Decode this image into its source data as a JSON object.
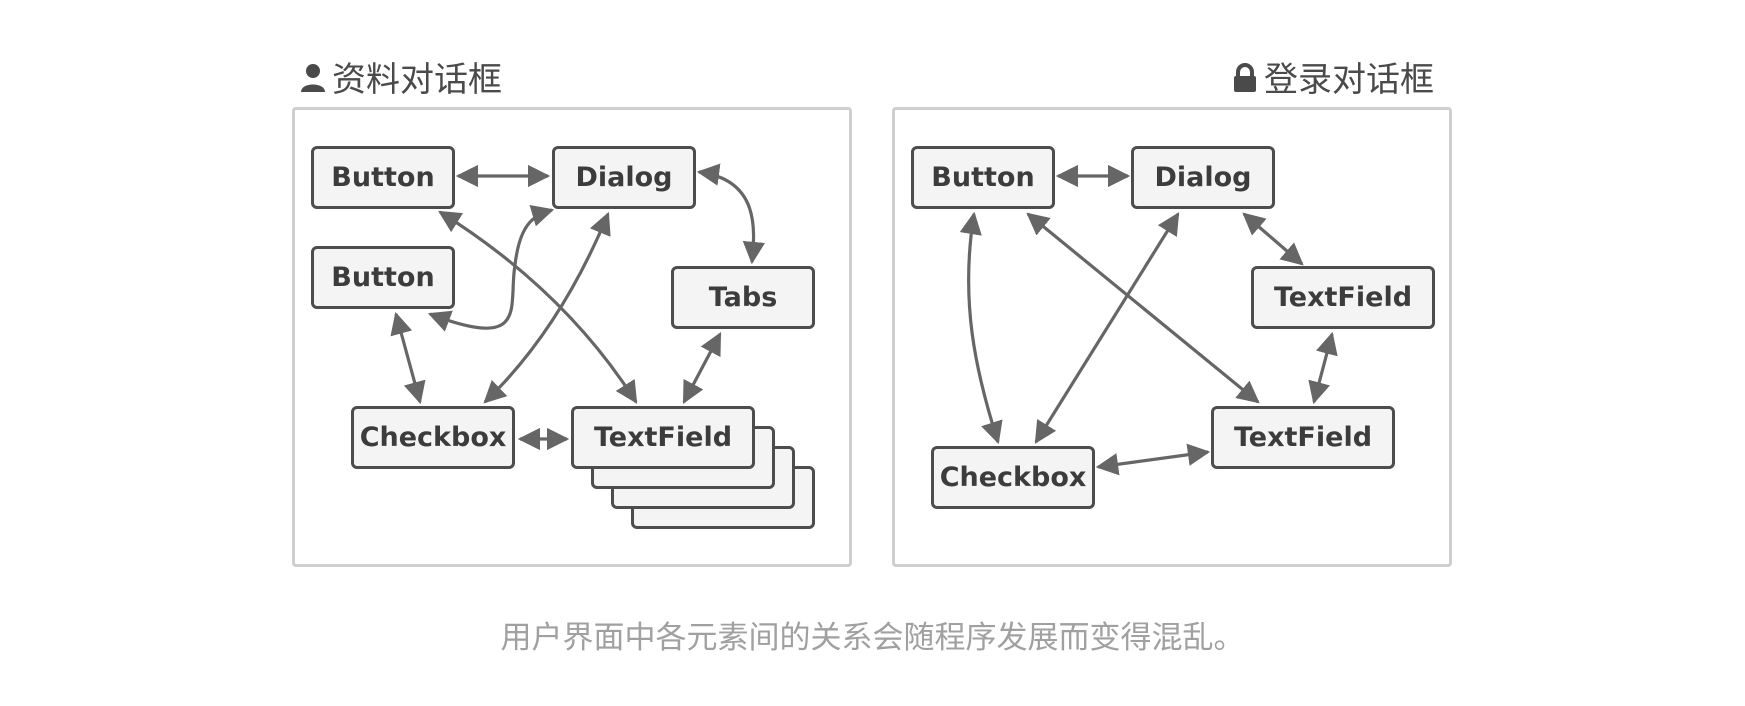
{
  "left_panel": {
    "title": "资料对话框",
    "icon": "user-icon",
    "nodes": {
      "button1": "Button",
      "dialog": "Dialog",
      "button2": "Button",
      "tabs": "Tabs",
      "checkbox": "Checkbox",
      "textfield": "TextField"
    }
  },
  "right_panel": {
    "title": "登录对话框",
    "icon": "lock-icon",
    "nodes": {
      "button": "Button",
      "dialog": "Dialog",
      "textfield_top": "TextField",
      "textfield_bottom": "TextField",
      "checkbox": "Checkbox"
    }
  },
  "caption": "用户界面中各元素间的关系会随程序发展而变得混乱。",
  "colors": {
    "edge": "#666666",
    "node_border": "#4d4d4d",
    "node_fill": "#f4f4f4",
    "panel_border": "#cfcfcf",
    "caption": "#a0a0a0"
  }
}
